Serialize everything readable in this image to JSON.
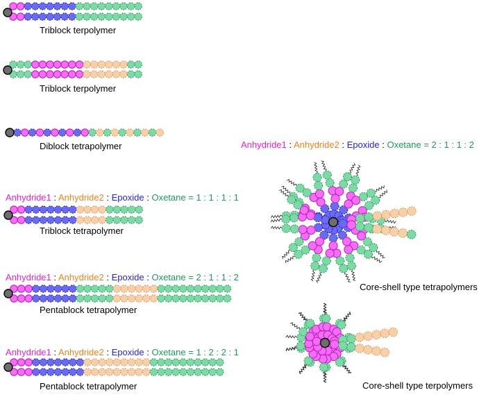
{
  "colors": {
    "anhydride1_fill": "#f36ef5",
    "anhydride1_stroke": "#c21fc5",
    "anhydride2_fill": "#f7cfa8",
    "anhydride2_stroke": "#e09a5c",
    "epoxide_fill": "#6b6bf2",
    "epoxide_stroke": "#2222c0",
    "oxetane_fill": "#7fd9a6",
    "oxetane_stroke": "#22a35a",
    "initiator_fill": "#6e6e6e"
  },
  "panels": [
    {
      "id": "p1",
      "caption": "Triblock terpolymer"
    },
    {
      "id": "p2",
      "caption": "Triblock terpolymer"
    },
    {
      "id": "p3",
      "caption": "Diblock tetrapolymer"
    },
    {
      "id": "p4",
      "caption": "Triblock tetrapolymer",
      "ratio": {
        "a1": "Anhydride1",
        "a2": "Anhydride2",
        "ep": "Epoxide",
        "ox": "Oxetane",
        "values": "= 1 : 1 : 1 : 1"
      }
    },
    {
      "id": "p5",
      "caption": "Pentablock tetrapolymer",
      "ratio": {
        "a1": "Anhydride1",
        "a2": "Anhydride2",
        "ep": "Epoxide",
        "ox": "Oxetane",
        "values": "= 2 : 1 : 1 : 2"
      }
    },
    {
      "id": "p6",
      "caption": "Pentablock tetrapolymer",
      "ratio": {
        "a1": "Anhydride1",
        "a2": "Anhydride2",
        "ep": "Epoxide",
        "ox": "Oxetane",
        "values": "= 1 : 2 : 2 : 1"
      }
    },
    {
      "id": "p7",
      "caption": "Core-shell type tetrapolymers",
      "ratio": {
        "a1": "Anhydride1",
        "a2": "Anhydride2",
        "ep": "Epoxide",
        "ox": "Oxetane",
        "values": "= 2 : 1 : 1 : 2"
      }
    },
    {
      "id": "p8",
      "caption": "Core-shell type terpolymers"
    }
  ],
  "separator": ":"
}
